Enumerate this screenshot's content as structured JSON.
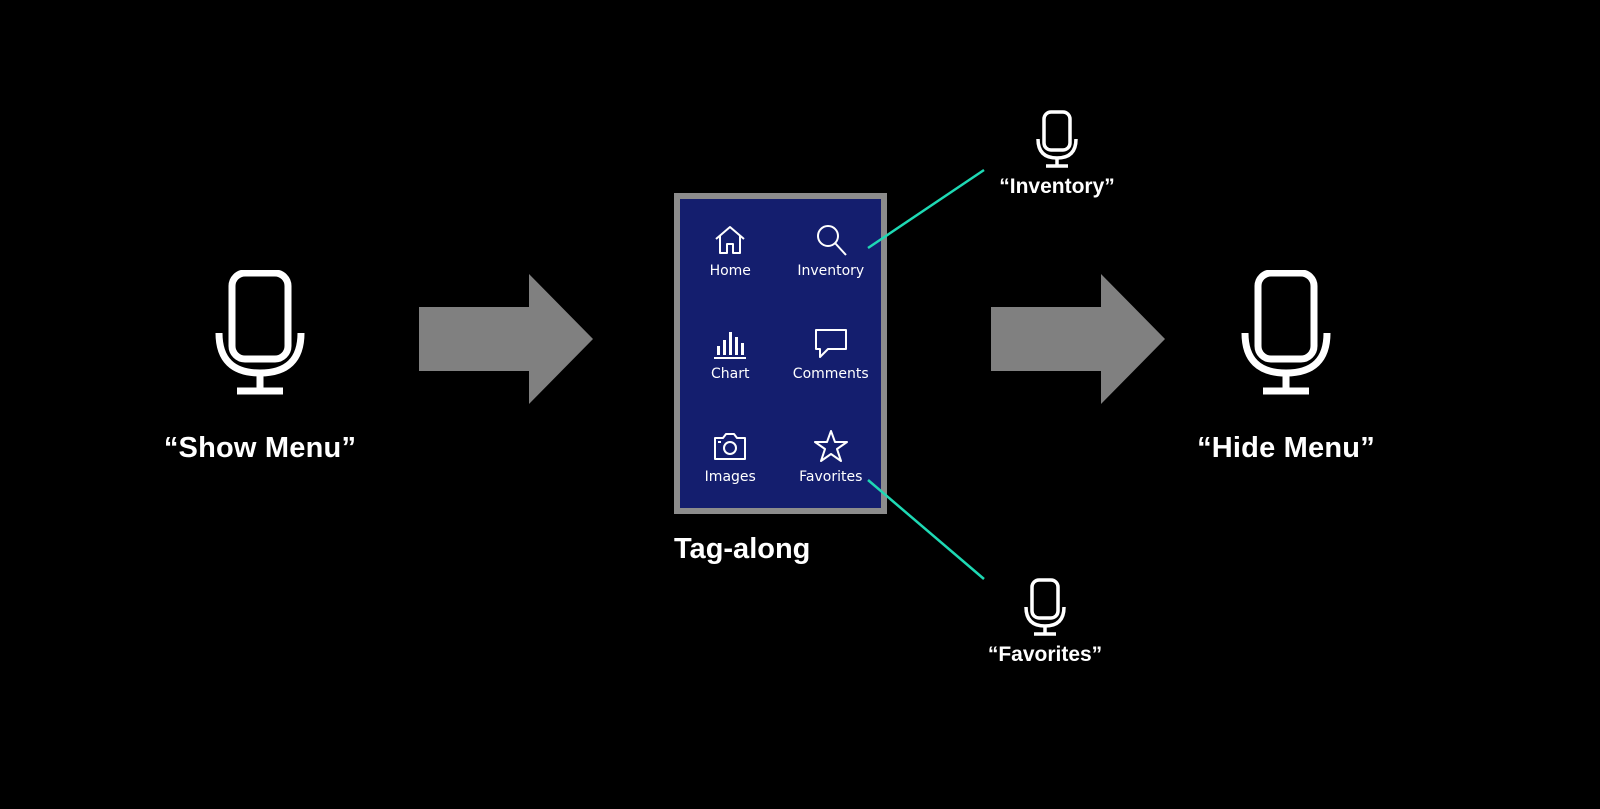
{
  "voice_commands": {
    "show_menu": "“Show Menu”",
    "hide_menu": "“Hide Menu”",
    "inventory": "“Inventory”",
    "favorites": "“Favorites”"
  },
  "menu": {
    "caption": "Tag-along",
    "items": [
      {
        "label": "Home",
        "icon": "home-icon"
      },
      {
        "label": "Inventory",
        "icon": "search-icon"
      },
      {
        "label": "Chart",
        "icon": "chart-icon"
      },
      {
        "label": "Comments",
        "icon": "comment-icon"
      },
      {
        "label": "Images",
        "icon": "camera-icon"
      },
      {
        "label": "Favorites",
        "icon": "star-icon"
      }
    ]
  },
  "colors": {
    "background": "#000000",
    "panel_fill": "#141e6e",
    "panel_border": "#8c8c8c",
    "arrow": "#808080",
    "connector": "#1ed9b4",
    "text": "#ffffff"
  }
}
